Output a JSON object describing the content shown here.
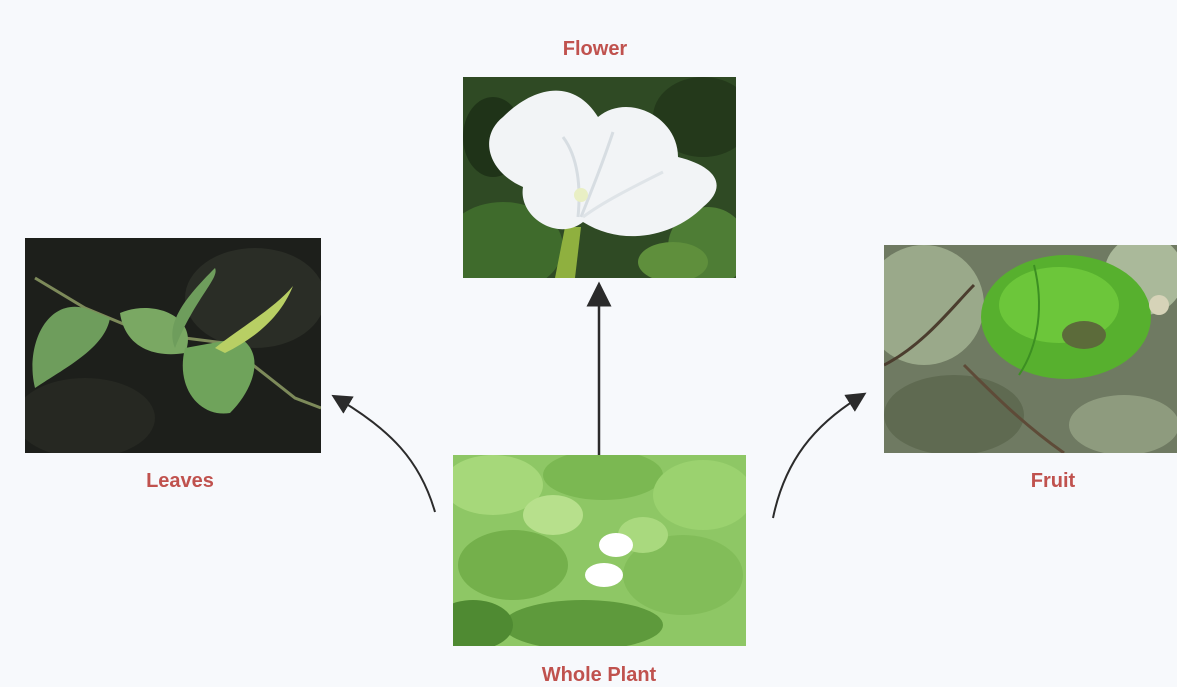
{
  "labels": {
    "flower": "Flower",
    "leaves": "Leaves",
    "fruit": "Fruit",
    "whole_plant": "Whole Plant"
  },
  "photos": {
    "flower": "white-trumpet-flower-photo",
    "leaves": "heart-shaped-leaves-photo",
    "fruit": "green-fruit-photo",
    "whole_plant": "climbing-vine-whole-plant-photo"
  },
  "colors": {
    "label": "#c0524e",
    "arrow": "#2b2b2b",
    "background": "#f7f9fc"
  }
}
